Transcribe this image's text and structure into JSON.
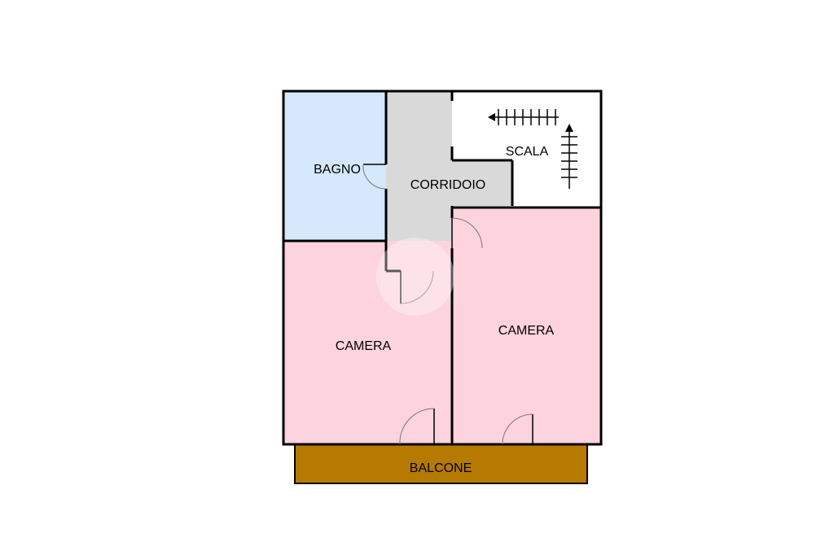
{
  "colors": {
    "bathroom": "#d6e9fc",
    "corridor": "#d9d9d9",
    "stairs": "#ffffff",
    "bedroom": "#fdd3de",
    "balcony": "#b77a00",
    "walls": "#000000"
  },
  "rooms": {
    "bagno": "BAGNO",
    "corridoio": "CORRIDOIO",
    "scala": "SCALA",
    "camera_left": "CAMERA",
    "camera_right": "CAMERA",
    "balcone": "BALCONE"
  },
  "icons": {
    "stair_down": "arrow-left-stair-icon",
    "stair_up": "arrow-up-stair-icon",
    "door": "door-swing-icon"
  }
}
